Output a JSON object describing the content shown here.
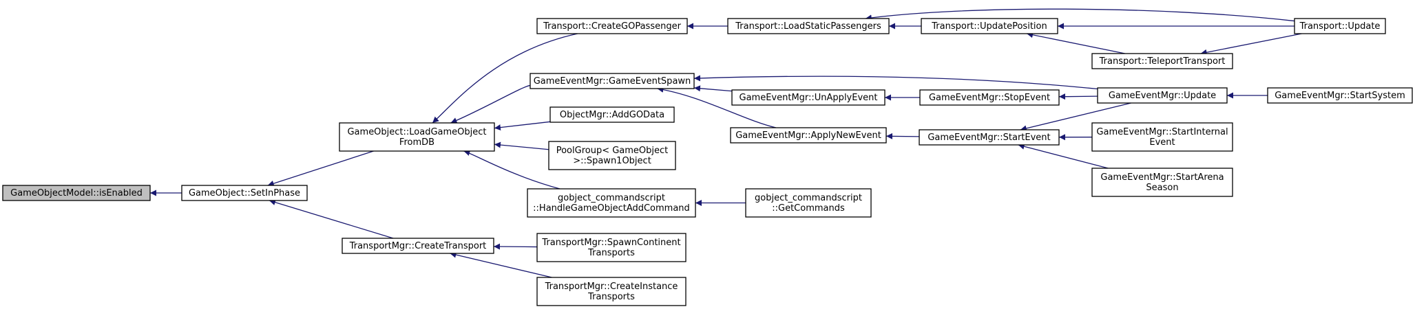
{
  "colors": {
    "edge": "#191970",
    "node_fill": "#ffffff",
    "highlight_fill": "#bfbfbf",
    "border": "#000000"
  },
  "nodes": [
    {
      "id": "n_isEnabled",
      "lines": [
        "GameObjectModel::isEnabled"
      ],
      "highlighted": true
    },
    {
      "id": "n_SetInPhase",
      "lines": [
        "GameObject::SetInPhase"
      ]
    },
    {
      "id": "n_LoadGameObjectFromDB",
      "lines": [
        "GameObject::LoadGameObject",
        "FromDB"
      ]
    },
    {
      "id": "n_CreateTransport",
      "lines": [
        "TransportMgr::CreateTransport"
      ]
    },
    {
      "id": "n_CreateGOPassenger",
      "lines": [
        "Transport::CreateGOPassenger"
      ]
    },
    {
      "id": "n_GameEventSpawn",
      "lines": [
        "GameEventMgr::GameEventSpawn"
      ]
    },
    {
      "id": "n_AddGOData",
      "lines": [
        "ObjectMgr::AddGOData"
      ]
    },
    {
      "id": "n_Spawn1Object",
      "lines": [
        "PoolGroup< GameObject",
        ">::Spawn1Object"
      ]
    },
    {
      "id": "n_HandleGameObjectAddCommand",
      "lines": [
        "gobject_commandscript",
        "::HandleGameObjectAddCommand"
      ]
    },
    {
      "id": "n_SpawnContinentTransports",
      "lines": [
        "TransportMgr::SpawnContinent",
        "Transports"
      ]
    },
    {
      "id": "n_CreateInstanceTransports",
      "lines": [
        "TransportMgr::CreateInstance",
        "Transports"
      ]
    },
    {
      "id": "n_LoadStaticPassengers",
      "lines": [
        "Transport::LoadStaticPassengers"
      ]
    },
    {
      "id": "n_UnApplyEvent",
      "lines": [
        "GameEventMgr::UnApplyEvent"
      ]
    },
    {
      "id": "n_ApplyNewEvent",
      "lines": [
        "GameEventMgr::ApplyNewEvent"
      ]
    },
    {
      "id": "n_GetCommands",
      "lines": [
        "gobject_commandscript",
        "::GetCommands"
      ]
    },
    {
      "id": "n_UpdatePosition",
      "lines": [
        "Transport::UpdatePosition"
      ]
    },
    {
      "id": "n_StopEvent",
      "lines": [
        "GameEventMgr::StopEvent"
      ]
    },
    {
      "id": "n_StartEvent",
      "lines": [
        "GameEventMgr::StartEvent"
      ]
    },
    {
      "id": "n_TeleportTransport",
      "lines": [
        "Transport::TeleportTransport"
      ]
    },
    {
      "id": "n_GEMUpdate",
      "lines": [
        "GameEventMgr::Update"
      ]
    },
    {
      "id": "n_StartInternalEvent",
      "lines": [
        "GameEventMgr::StartInternal",
        "Event"
      ]
    },
    {
      "id": "n_StartArenaSeason",
      "lines": [
        "GameEventMgr::StartArena",
        "Season"
      ]
    },
    {
      "id": "n_TransportUpdate",
      "lines": [
        "Transport::Update"
      ]
    },
    {
      "id": "n_StartSystem",
      "lines": [
        "GameEventMgr::StartSystem"
      ]
    }
  ],
  "edges": [
    {
      "from": "n_SetInPhase",
      "to": "n_isEnabled"
    },
    {
      "from": "n_LoadGameObjectFromDB",
      "to": "n_SetInPhase"
    },
    {
      "from": "n_CreateTransport",
      "to": "n_SetInPhase"
    },
    {
      "from": "n_CreateGOPassenger",
      "to": "n_LoadGameObjectFromDB"
    },
    {
      "from": "n_GameEventSpawn",
      "to": "n_LoadGameObjectFromDB"
    },
    {
      "from": "n_AddGOData",
      "to": "n_LoadGameObjectFromDB"
    },
    {
      "from": "n_Spawn1Object",
      "to": "n_LoadGameObjectFromDB"
    },
    {
      "from": "n_HandleGameObjectAddCommand",
      "to": "n_LoadGameObjectFromDB"
    },
    {
      "from": "n_SpawnContinentTransports",
      "to": "n_CreateTransport"
    },
    {
      "from": "n_CreateInstanceTransports",
      "to": "n_CreateTransport"
    },
    {
      "from": "n_LoadStaticPassengers",
      "to": "n_CreateGOPassenger"
    },
    {
      "from": "n_UnApplyEvent",
      "to": "n_GameEventSpawn"
    },
    {
      "from": "n_ApplyNewEvent",
      "to": "n_GameEventSpawn"
    },
    {
      "from": "n_GEMUpdate",
      "to": "n_GameEventSpawn"
    },
    {
      "from": "n_GetCommands",
      "to": "n_HandleGameObjectAddCommand"
    },
    {
      "from": "n_UpdatePosition",
      "to": "n_LoadStaticPassengers"
    },
    {
      "from": "n_TransportUpdate",
      "to": "n_LoadStaticPassengers"
    },
    {
      "from": "n_StopEvent",
      "to": "n_UnApplyEvent"
    },
    {
      "from": "n_StartEvent",
      "to": "n_ApplyNewEvent"
    },
    {
      "from": "n_TransportUpdate",
      "to": "n_UpdatePosition"
    },
    {
      "from": "n_TeleportTransport",
      "to": "n_UpdatePosition"
    },
    {
      "from": "n_GEMUpdate",
      "to": "n_StopEvent"
    },
    {
      "from": "n_GEMUpdate",
      "to": "n_StartEvent"
    },
    {
      "from": "n_StartInternalEvent",
      "to": "n_StartEvent"
    },
    {
      "from": "n_StartArenaSeason",
      "to": "n_StartEvent"
    },
    {
      "from": "n_TransportUpdate",
      "to": "n_TeleportTransport"
    },
    {
      "from": "n_StartSystem",
      "to": "n_GEMUpdate"
    }
  ]
}
